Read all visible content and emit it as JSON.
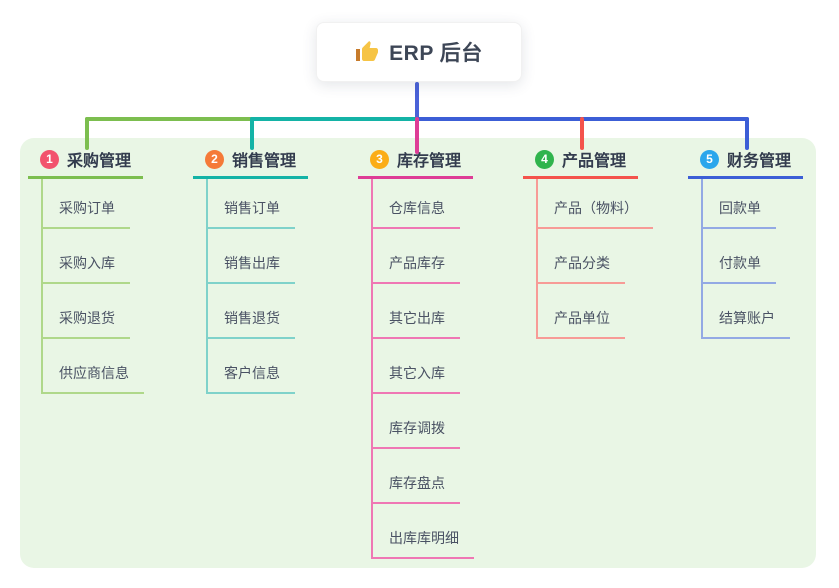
{
  "root": {
    "title": "ERP 后台",
    "icon": "thumbs-up-icon",
    "icon_color": "#F6C445",
    "icon_cuff_color": "#C77B2B"
  },
  "theme": {
    "panel_bg": "#E9F6E5",
    "root_line_color": "#4A62D8",
    "title_text_color": "#333C4E",
    "item_text_color": "#4A5264"
  },
  "branches": [
    {
      "num": "1",
      "label": "采购管理",
      "badge_color": "#F2536D",
      "line_color": "#7CBE4F",
      "light_color": "#AFD88A",
      "items": [
        "采购订单",
        "采购入库",
        "采购退货",
        "供应商信息"
      ]
    },
    {
      "num": "2",
      "label": "销售管理",
      "badge_color": "#F57A38",
      "line_color": "#14B3A6",
      "light_color": "#7FD2CA",
      "items": [
        "销售订单",
        "销售出库",
        "销售退货",
        "客户信息"
      ]
    },
    {
      "num": "3",
      "label": "库存管理",
      "badge_color": "#FBAD17",
      "line_color": "#DE3D96",
      "light_color": "#EF77B4",
      "items": [
        "仓库信息",
        "产品库存",
        "其它出库",
        "其它入库",
        "库存调拨",
        "库存盘点",
        "出库库明细"
      ]
    },
    {
      "num": "4",
      "label": "产品管理",
      "badge_color": "#30B44D",
      "line_color": "#F4534C",
      "light_color": "#F79B96",
      "items": [
        "产品（物料）",
        "产品分类",
        "产品单位"
      ]
    },
    {
      "num": "5",
      "label": "财务管理",
      "badge_color": "#2BA6EC",
      "line_color": "#3C5ED6",
      "light_color": "#93A9E4",
      "items": [
        "回款单",
        "付款单",
        "结算账户"
      ]
    }
  ]
}
